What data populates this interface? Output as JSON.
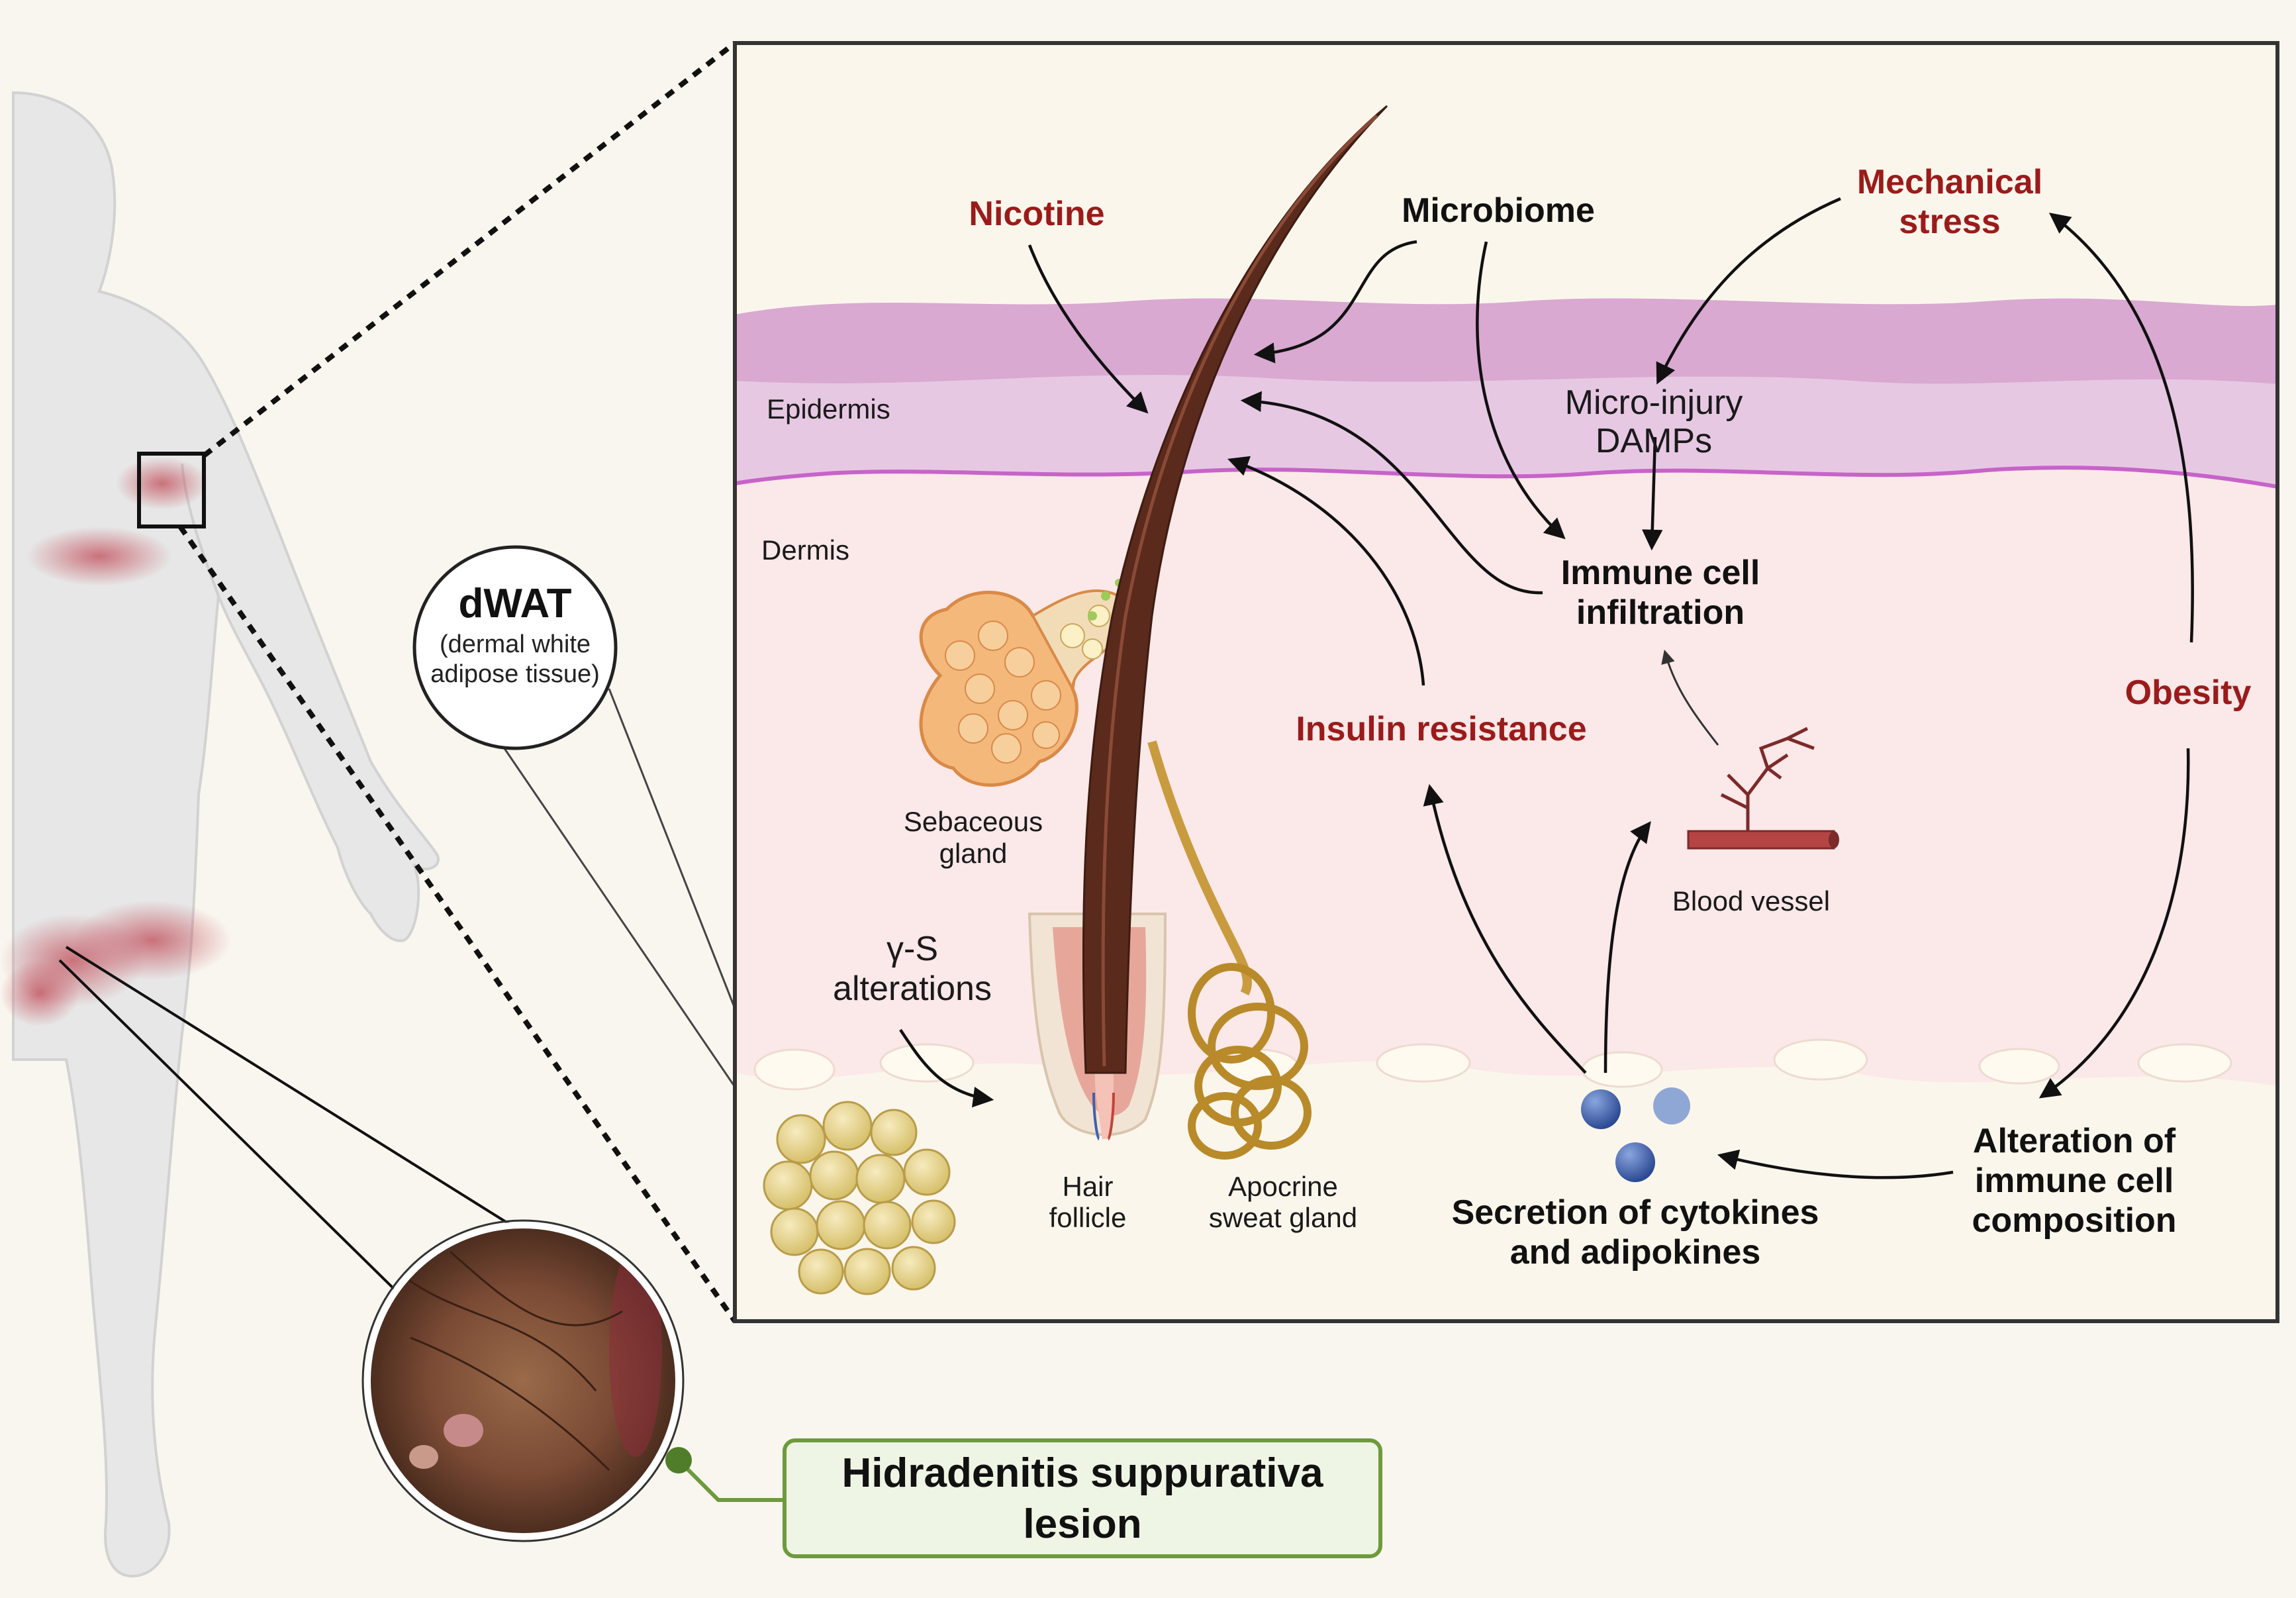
{
  "colors": {
    "background": "#f9f6ef",
    "panel_border": "#333333",
    "epidermis": "#e7c8e3",
    "dermis": "#fbe8e8",
    "hypodermis": "#fbf6ec",
    "hair": "#5a2a1c",
    "accent_red": "#9b1b1b",
    "lesion_box_fill": "#eef5e4",
    "lesion_box_border": "#6e9a3c"
  },
  "layers": {
    "epidermis": "Epidermis",
    "dermis": "Dermis"
  },
  "dwat": {
    "title": "dWAT",
    "sub1": "(dermal white",
    "sub2": "adipose tissue)"
  },
  "factors": {
    "nicotine": "Nicotine",
    "microbiome": "Microbiome",
    "mechanical1": "Mechanical",
    "mechanical2": "stress",
    "obesity": "Obesity",
    "insulin": "Insulin resistance"
  },
  "processes": {
    "microinjury1": "Micro-injury",
    "microinjury2": "DAMPs",
    "immune1": "Immune cell",
    "immune2": "infiltration",
    "alteration1": "Alteration of",
    "alteration2": "immune cell",
    "alteration3": "composition",
    "secretion1": "Secretion of cytokines",
    "secretion2": "and adipokines",
    "gs1": "γ-S",
    "gs2": "alterations"
  },
  "structures": {
    "sebaceous1": "Sebaceous",
    "sebaceous2": "gland",
    "hair1": "Hair",
    "hair2": "follicle",
    "apocrine1": "Apocrine",
    "apocrine2": "sweat gland",
    "vessel": "Blood vessel"
  },
  "lesion": {
    "line1": "Hidradenitis suppurativa",
    "line2": "lesion"
  }
}
